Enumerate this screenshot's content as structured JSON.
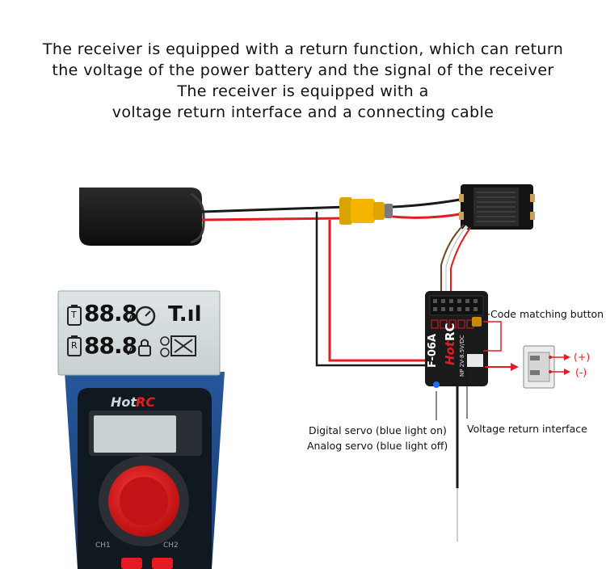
{
  "headline": {
    "line1": "The receiver is equipped with a return function, which can return",
    "line2": "the voltage of the power battery and the signal of the receiver",
    "line3": "The receiver is equipped with a",
    "line4": "voltage return interface and a connecting cable"
  },
  "callouts": {
    "code_matching": "Code matching button",
    "plus": "(+)",
    "minus": "(-)",
    "digital_servo": "Digital servo (blue light on)",
    "analog_servo": "Analog servo (blue light off)",
    "voltage_return": "Voltage return interface"
  },
  "receiver": {
    "model": "F-06A",
    "brand_hot": "Hot",
    "brand_rc": "RC",
    "side_text": "NP 2V-8.5V/DC"
  },
  "transmitter": {
    "brand_hot": "Hot",
    "brand_rc": "RC",
    "lcd_voltage_1": "88.8",
    "lcd_voltage_2": "88.8",
    "lcd_unit": "v",
    "lcd_t": "T",
    "lcd_r": "R",
    "lcd_signal": "T.ıl",
    "ch1": "CH1",
    "ch2": "CH2"
  },
  "colors": {
    "accent_red": "#e31b23",
    "wire_black": "#1a1a1a",
    "xt60_yellow": "#f5b400",
    "transmitter_blue": "#1f5fae"
  }
}
